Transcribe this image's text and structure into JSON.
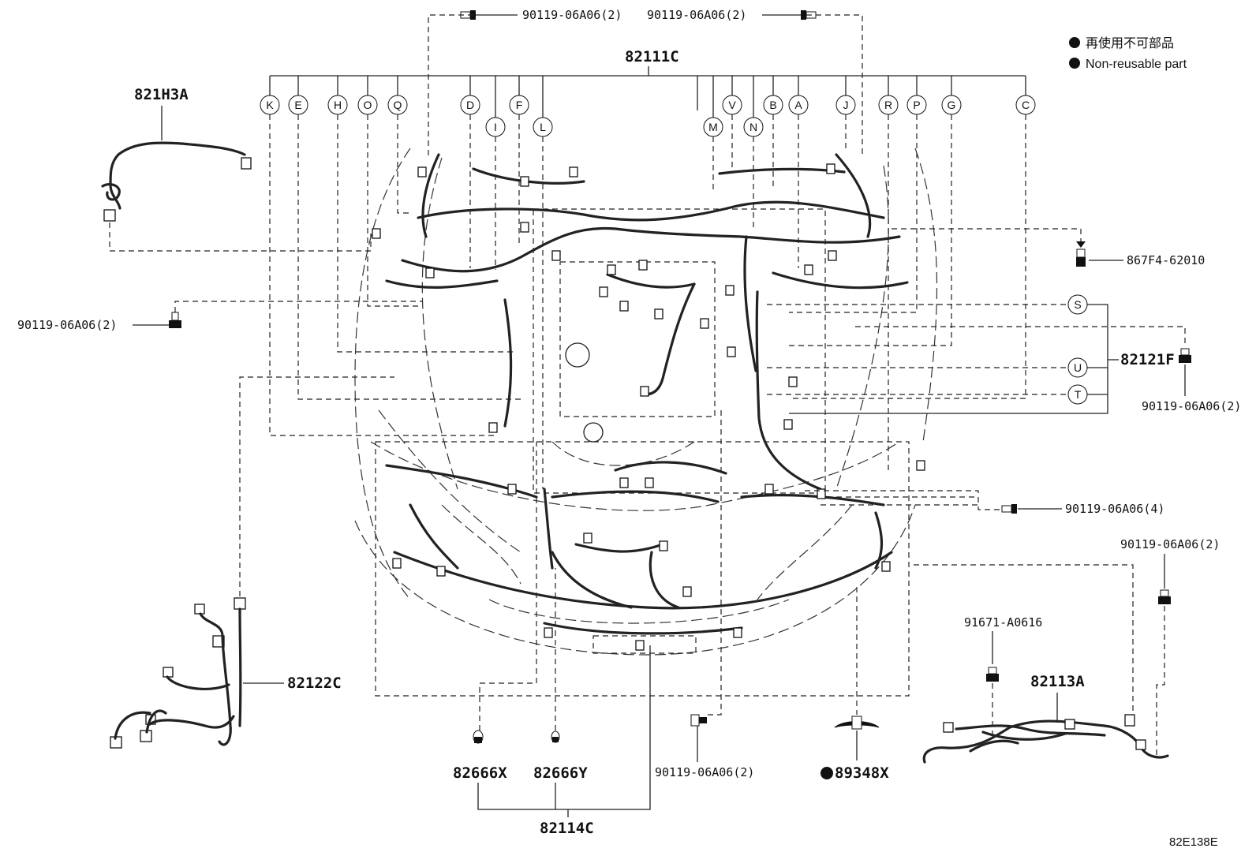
{
  "legend": {
    "jp_label": "再使用不可部品",
    "en_label": "Non-reusable part"
  },
  "diagram_ref": "82E138E",
  "parts": {
    "main_harness": "82111C",
    "harness_821h3a": "821H3A",
    "harness_82121f": "82121F",
    "harness_82122c": "82122C",
    "harness_82113a": "82113A",
    "harness_82114c": "82114C",
    "clip_82666x": "82666X",
    "clip_82666y": "82666Y",
    "part_89348x": "89348X",
    "part_867f4": "867F4-62010",
    "bolt_91671": "91671-A0616"
  },
  "bolts": {
    "top_left": "90119-06A06(2)",
    "top_right": "90119-06A06(2)",
    "left": "90119-06A06(2)",
    "right_82121f": "90119-06A06(2)",
    "right_x4": "90119-06A06(4)",
    "right_lower": "90119-06A06(2)",
    "bottom": "90119-06A06(2)"
  },
  "callouts": {
    "K": "K",
    "E": "E",
    "H": "H",
    "O": "O",
    "Q": "Q",
    "D": "D",
    "I": "I",
    "F": "F",
    "L": "L",
    "M": "M",
    "V": "V",
    "N": "N",
    "B": "B",
    "A": "A",
    "J": "J",
    "R": "R",
    "P": "P",
    "G": "G",
    "C": "C",
    "S": "S",
    "U": "U",
    "T": "T"
  },
  "icons": {
    "legend_dot": "filled-circle",
    "bolt": "bolt-icon",
    "clip": "clip-icon"
  }
}
